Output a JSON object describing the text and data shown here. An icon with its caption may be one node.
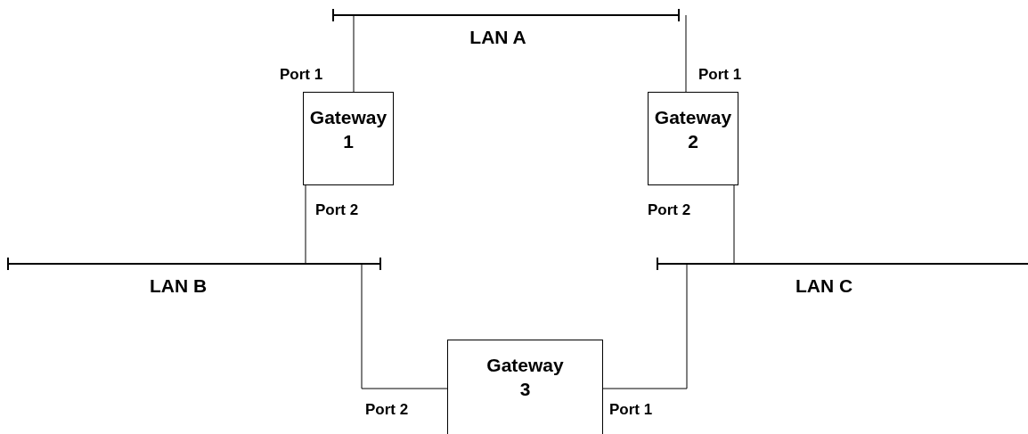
{
  "diagram": {
    "nodes": [
      {
        "text": [
          "LAN A"
        ]
      },
      {
        "text": [
          "Gateway 1"
        ]
      },
      {
        "text": [
          "Gateway 2"
        ]
      },
      {
        "text": [
          "LAN B"
        ]
      },
      {
        "text": [
          "LAN C"
        ]
      },
      {
        "text": [
          "Gateway 3"
        ]
      }
    ],
    "edges": [
      {
        "from": 0,
        "to": 1,
        "arrow": "none",
        "label": "Port 1"
      },
      {
        "from": 0,
        "to": 2,
        "arrow": "none",
        "label": "Port 1"
      },
      {
        "from": 1,
        "to": 3,
        "arrow": "none",
        "label": "Port 2"
      },
      {
        "from": 2,
        "to": 4,
        "arrow": "none",
        "label": "Port 2"
      },
      {
        "from": 3,
        "to": 5,
        "arrow": "none",
        "label": "Port 2"
      },
      {
        "from": 4,
        "to": 5,
        "arrow": "none",
        "label": "Port 1"
      }
    ]
  }
}
